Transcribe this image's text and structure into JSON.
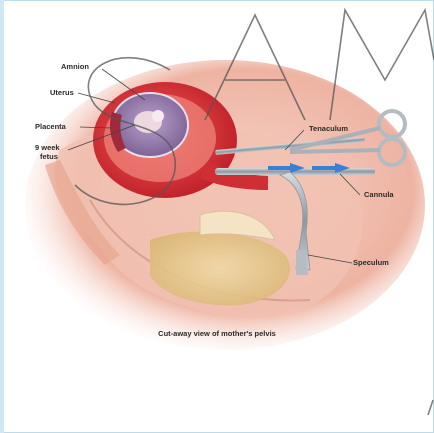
{
  "labels": {
    "amnion": "Amnion",
    "uterus": "Uterus",
    "placenta": "Placenta",
    "fetus_line1": "9 week",
    "fetus_line2": "fetus",
    "tenaculum": "Tenaculum",
    "cannula": "Cannula",
    "speculum": "Speculum"
  },
  "caption": "Cut-away view of mother's pelvis",
  "watermark": "SAMPLE",
  "colors": {
    "uterus_red": "#d9343a",
    "tissue_pink": "#f2bcae",
    "fat_yellow": "#e8c98a",
    "instrument_steel": "#9aa3ab",
    "arrow_blue": "#3a7fd6",
    "frame_blue": "#b9ddec"
  }
}
